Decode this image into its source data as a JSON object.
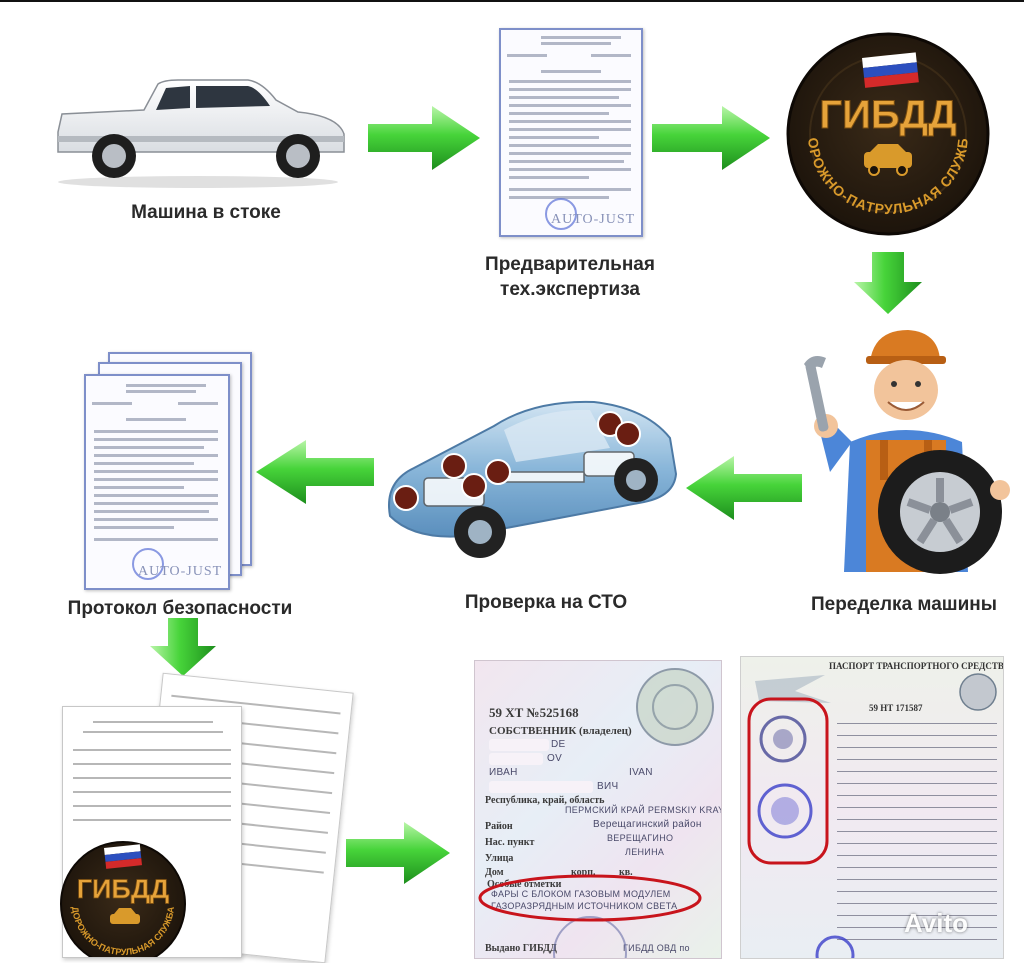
{
  "steps": [
    {
      "id": "stock-car",
      "label": "Машина в стоке"
    },
    {
      "id": "pre-exam",
      "label_line1": "Предварительная",
      "label_line2": "тех.экспертиза"
    },
    {
      "id": "gibdd-top",
      "label": ""
    },
    {
      "id": "conversion",
      "label": "Переделка машины"
    },
    {
      "id": "sto-check",
      "label": "Проверка на СТО"
    },
    {
      "id": "safety-protocol",
      "label": "Протокол безопасности"
    }
  ],
  "gibdd_badge": {
    "title": "ГИБДД",
    "ring_text": "ДОРОЖНО-ПАТРУЛЬНАЯ СЛУЖБА"
  },
  "document_watermark": "AUTO-JUST",
  "registration_doc": {
    "series": "59   ХТ №525168",
    "owner_label": "СОБСТВЕННИК (владелец)",
    "owner_surname": "DE",
    "owner_line2": "OV",
    "first_name_ru": "ИВАН",
    "first_name_en": "IVAN",
    "patronymic": "ВИЧ",
    "region_label": "Республика, край, область",
    "region_value": "ПЕРМСКИЙ КРАЙ PERMSKIY KRAY",
    "district_label": "Район",
    "district_value": "Верещагинский район",
    "town_label": "Нас. пункт",
    "town_value": "ВЕРЕЩАГИНО",
    "street_label": "Улица",
    "street_value": "ЛЕНИНА",
    "house_label": "Дом",
    "korp_label": "корп.",
    "kv_label": "кв.",
    "notes_label": "Особые отметки",
    "notes_value_1": "ФАРЫ С БЛОКОМ ГАЗОВЫМ МОДУЛЕМ",
    "notes_value_2": "ГАЗОРАЗРЯДНЫМ ИСТОЧНИКОМ СВЕТА",
    "issued_by": "Выдано ГИБДД",
    "issued_value": "ГИБДД ОВД по"
  },
  "pts_doc": {
    "title": "ПАСПОРТ ТРАНСПОРТНОГО СРЕДСТВА",
    "series": "59 НТ 171587"
  },
  "watermark": "Avito",
  "colors": {
    "arrow_green": "#3fcf3f",
    "arrow_dark": "#1f8f1f",
    "badge_dark": "#2b1f12",
    "badge_gold": "#d99a2b",
    "circle_red": "#c8141c"
  }
}
